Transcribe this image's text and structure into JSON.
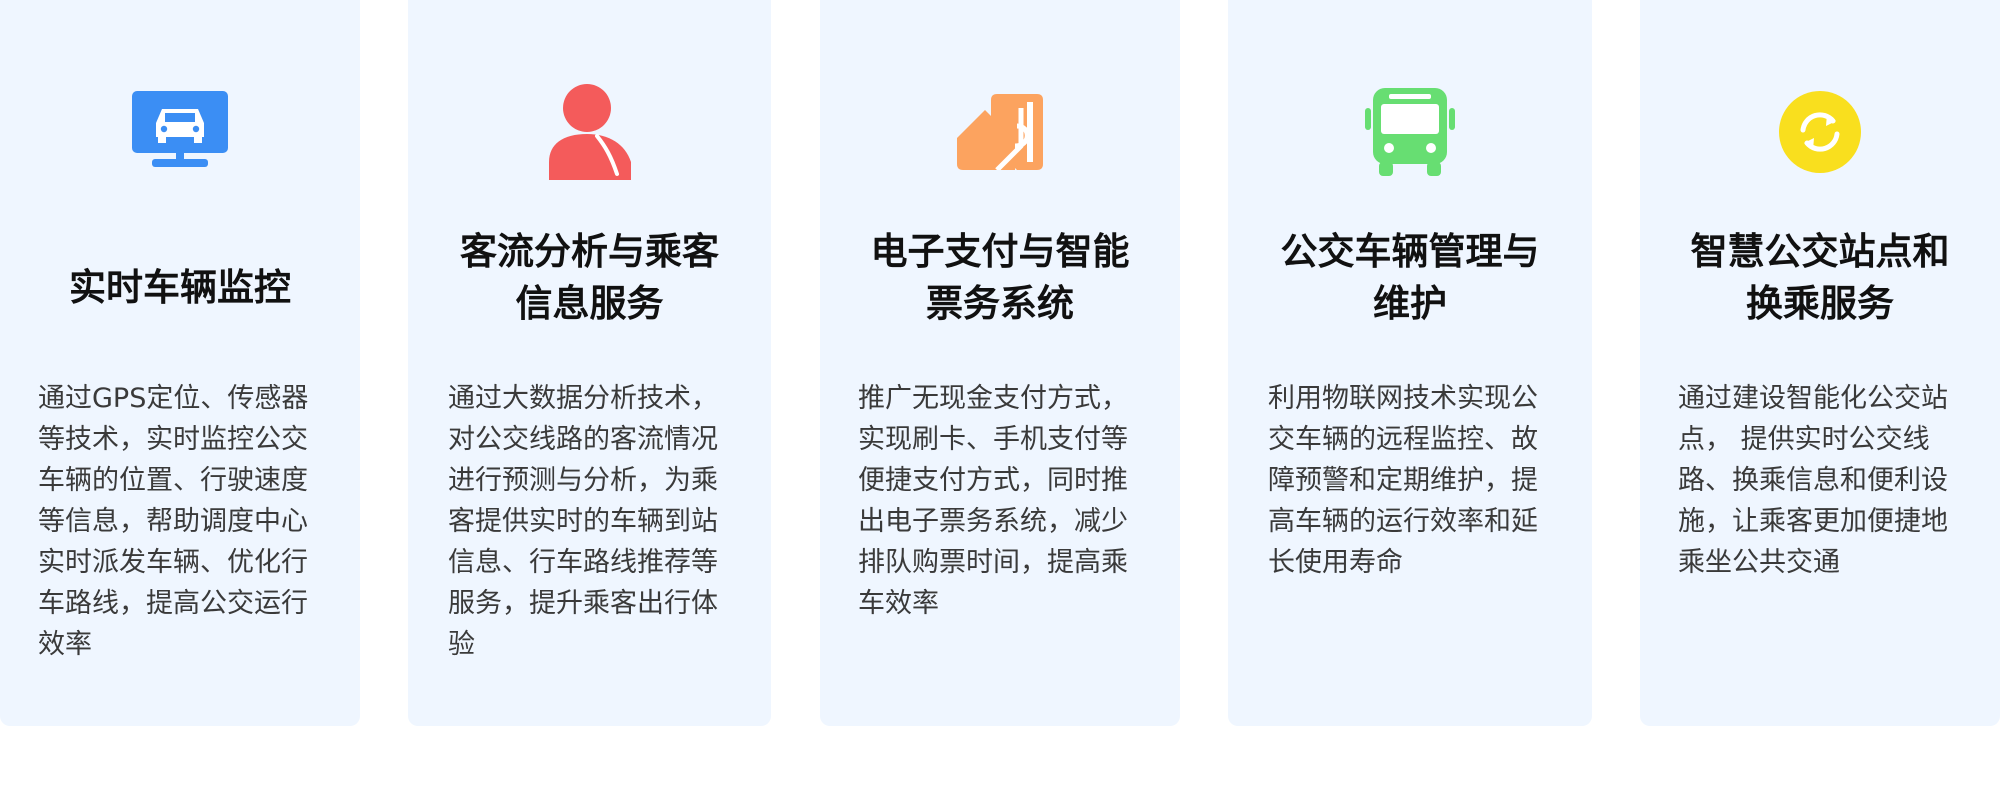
{
  "cards": [
    {
      "icon": "monitor-car-icon",
      "title": "实时车辆监控",
      "description": "通过GPS定位、传感器等技术，实时监控公交车辆的位置、行驶速度等信息，帮助调度中心实时派发车辆、优化行车路线，提高公交运行效率"
    },
    {
      "icon": "passenger-person-icon",
      "title": "客流分析与乘客\n信息服务",
      "description": "通过大数据分析技术，对公交线路的客流情况进行预测与分析，为乘客提供实时的车辆到站信息、行车路线推荐等服务，提升乘客出行体验"
    },
    {
      "icon": "payment-card-icon",
      "title": "电子支付与智能\n票务系统",
      "description": "推广无现金支付方式，实现刷卡、手机支付等便捷支付方式，同时推出电子票务系统，减少排队购票时间，提高乘车效率"
    },
    {
      "icon": "bus-icon",
      "title": "公交车辆管理与\n维护",
      "description": "利用物联网技术实现公交车辆的远程监控、故障预警和定期维护，提高车辆的运行效率和延长使用寿命"
    },
    {
      "icon": "refresh-circle-icon",
      "title": "智慧公交站点和\n换乘服务",
      "description": "通过建设智能化公交站点， 提供实时公交线路、换乘信息和便利设施，让乘客更加便捷地乘坐公共交通"
    }
  ],
  "colors": {
    "card_background": "#eff6ff",
    "monitor_blue": "#3b8ef4",
    "person_red": "#f45b5b",
    "payment_orange": "#fca35f",
    "bus_green": "#67de72",
    "refresh_yellow": "#f9df1e"
  }
}
